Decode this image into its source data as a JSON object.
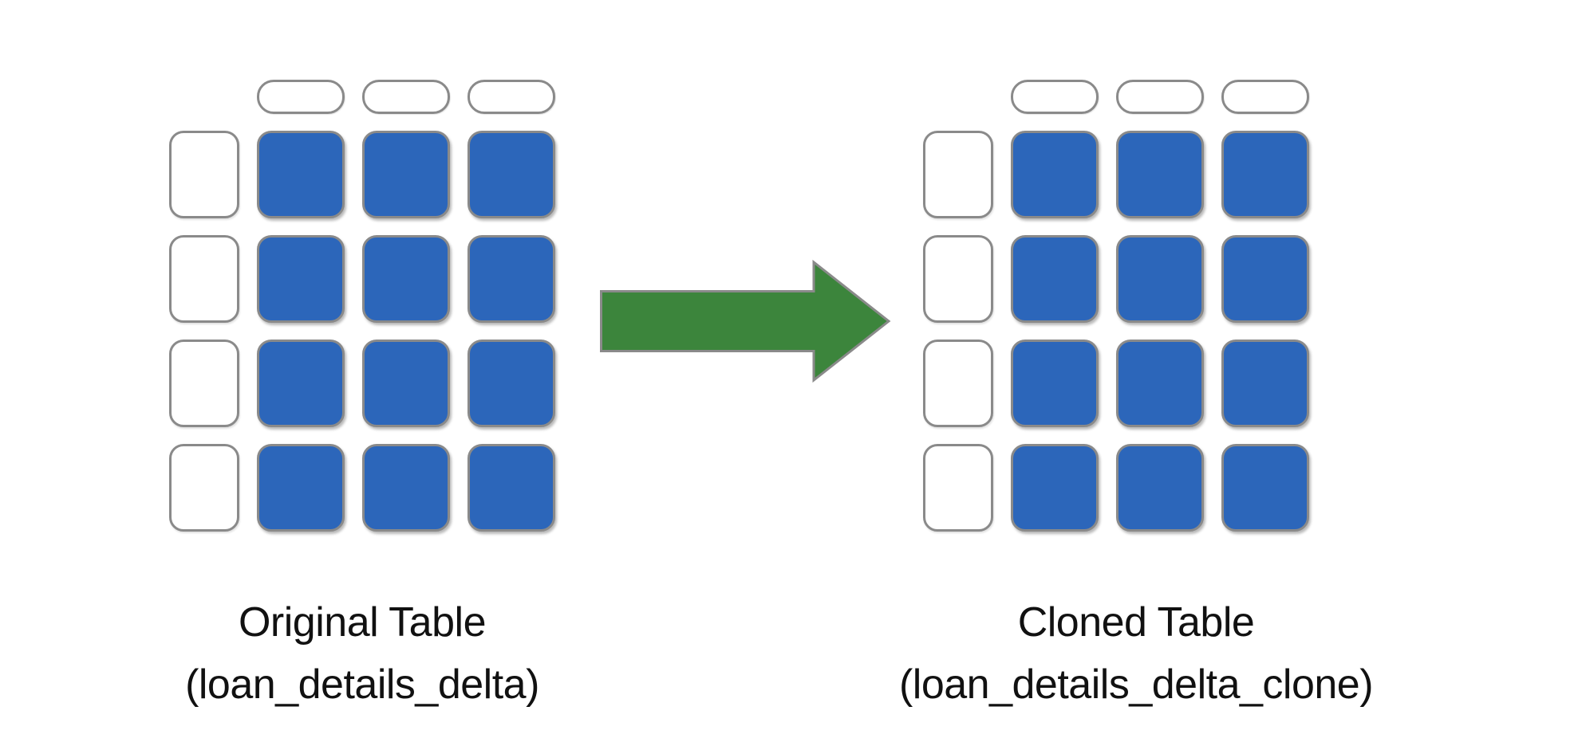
{
  "diagram": {
    "left_table": {
      "title_line1": "Original Table",
      "title_line2": "(loan_details_delta)",
      "columns": 3,
      "rows": 4,
      "has_header_row": true,
      "has_row_header_column": true
    },
    "right_table": {
      "title_line1": "Cloned Table",
      "title_line2": "(loan_details_delta_clone)",
      "columns": 3,
      "rows": 4,
      "has_header_row": true,
      "has_row_header_column": true
    },
    "arrow": {
      "direction": "right"
    },
    "colors": {
      "background": "#ffffff",
      "data_cell_fill": "#2c66ba",
      "empty_cell_fill": "#ffffff",
      "cell_border": "#8a8a8a",
      "arrow_fill": "#3c853c",
      "arrow_border": "#8a8a8a",
      "label_text": "#111111"
    }
  }
}
